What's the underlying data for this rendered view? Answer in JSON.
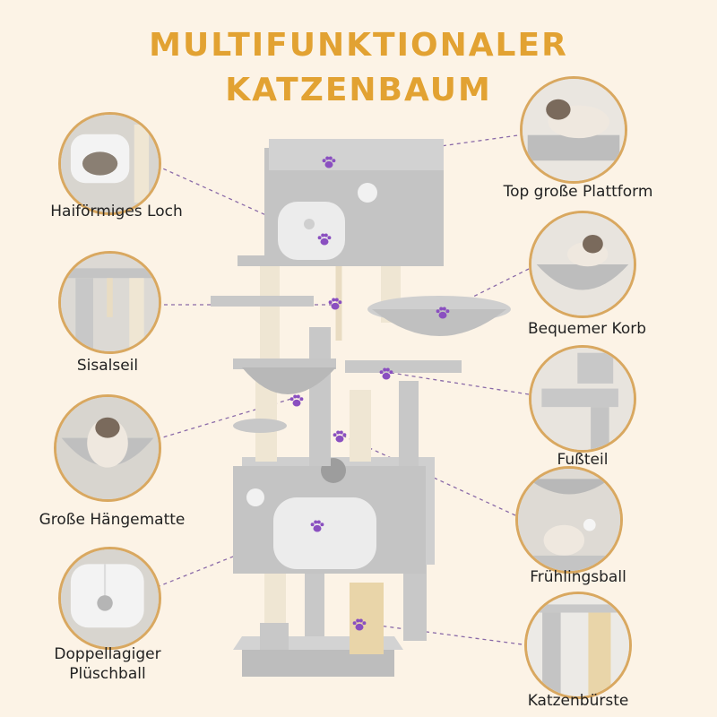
{
  "title": {
    "line1": "MULTIFUNKTIONALER",
    "line2": "KATZENBAUM"
  },
  "features": {
    "top_left": "Haiförmiges Loch",
    "mid_left_1": "Sisalseil",
    "mid_left_2": "Große Hängematte",
    "bottom_left_1": "Doppellagiger",
    "bottom_left_2": "Plüschball",
    "top_right": "Top große Plattform",
    "mid_right_1": "Bequemer Korb",
    "mid_right_2": "Fußteil",
    "mid_right_3": "Frühlingsball",
    "bottom_right": "Katzenbürste"
  },
  "colors": {
    "background": "#fcf3e6",
    "title": "#e2a232",
    "ring": "#d9a860",
    "plush": "#c9c9c9",
    "paw": "#8a4fc0",
    "leader": "#8a6aa8"
  },
  "icons": {
    "paw": "paw-print-icon"
  }
}
